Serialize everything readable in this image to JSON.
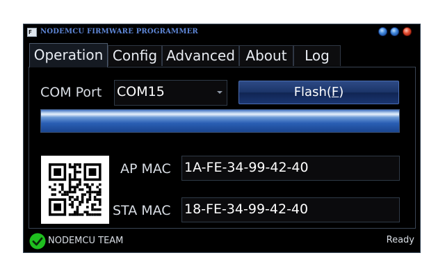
{
  "window": {
    "title": "NODEMCU FIRMWARE PROGRAMMER",
    "icon": "app-icon",
    "controls": [
      "minimize-icon",
      "maximize-icon",
      "close-icon"
    ],
    "accent_color": "#5e86d6"
  },
  "tabs": [
    {
      "label": "Operation",
      "active": true
    },
    {
      "label": "Config",
      "active": false
    },
    {
      "label": "Advanced",
      "active": false
    },
    {
      "label": "About",
      "active": false
    },
    {
      "label": "Log",
      "active": false
    }
  ],
  "operation": {
    "com_port_label": "COM Port",
    "com_port_value": "COM15",
    "flash_label_prefix": "Flash(",
    "flash_label_accel": "F",
    "flash_label_suffix": ")",
    "progress": 1.0,
    "ap_mac_label": "AP MAC",
    "ap_mac_value": "1A-FE-34-99-42-40",
    "sta_mac_label": "STA MAC",
    "sta_mac_value": "18-FE-34-99-42-40",
    "qr_icon": "qr-code"
  },
  "status": {
    "left_text": "NODEMCU TEAM",
    "right_text": "Ready",
    "icon": "check-icon",
    "icon_color": "#1fbf1f"
  }
}
